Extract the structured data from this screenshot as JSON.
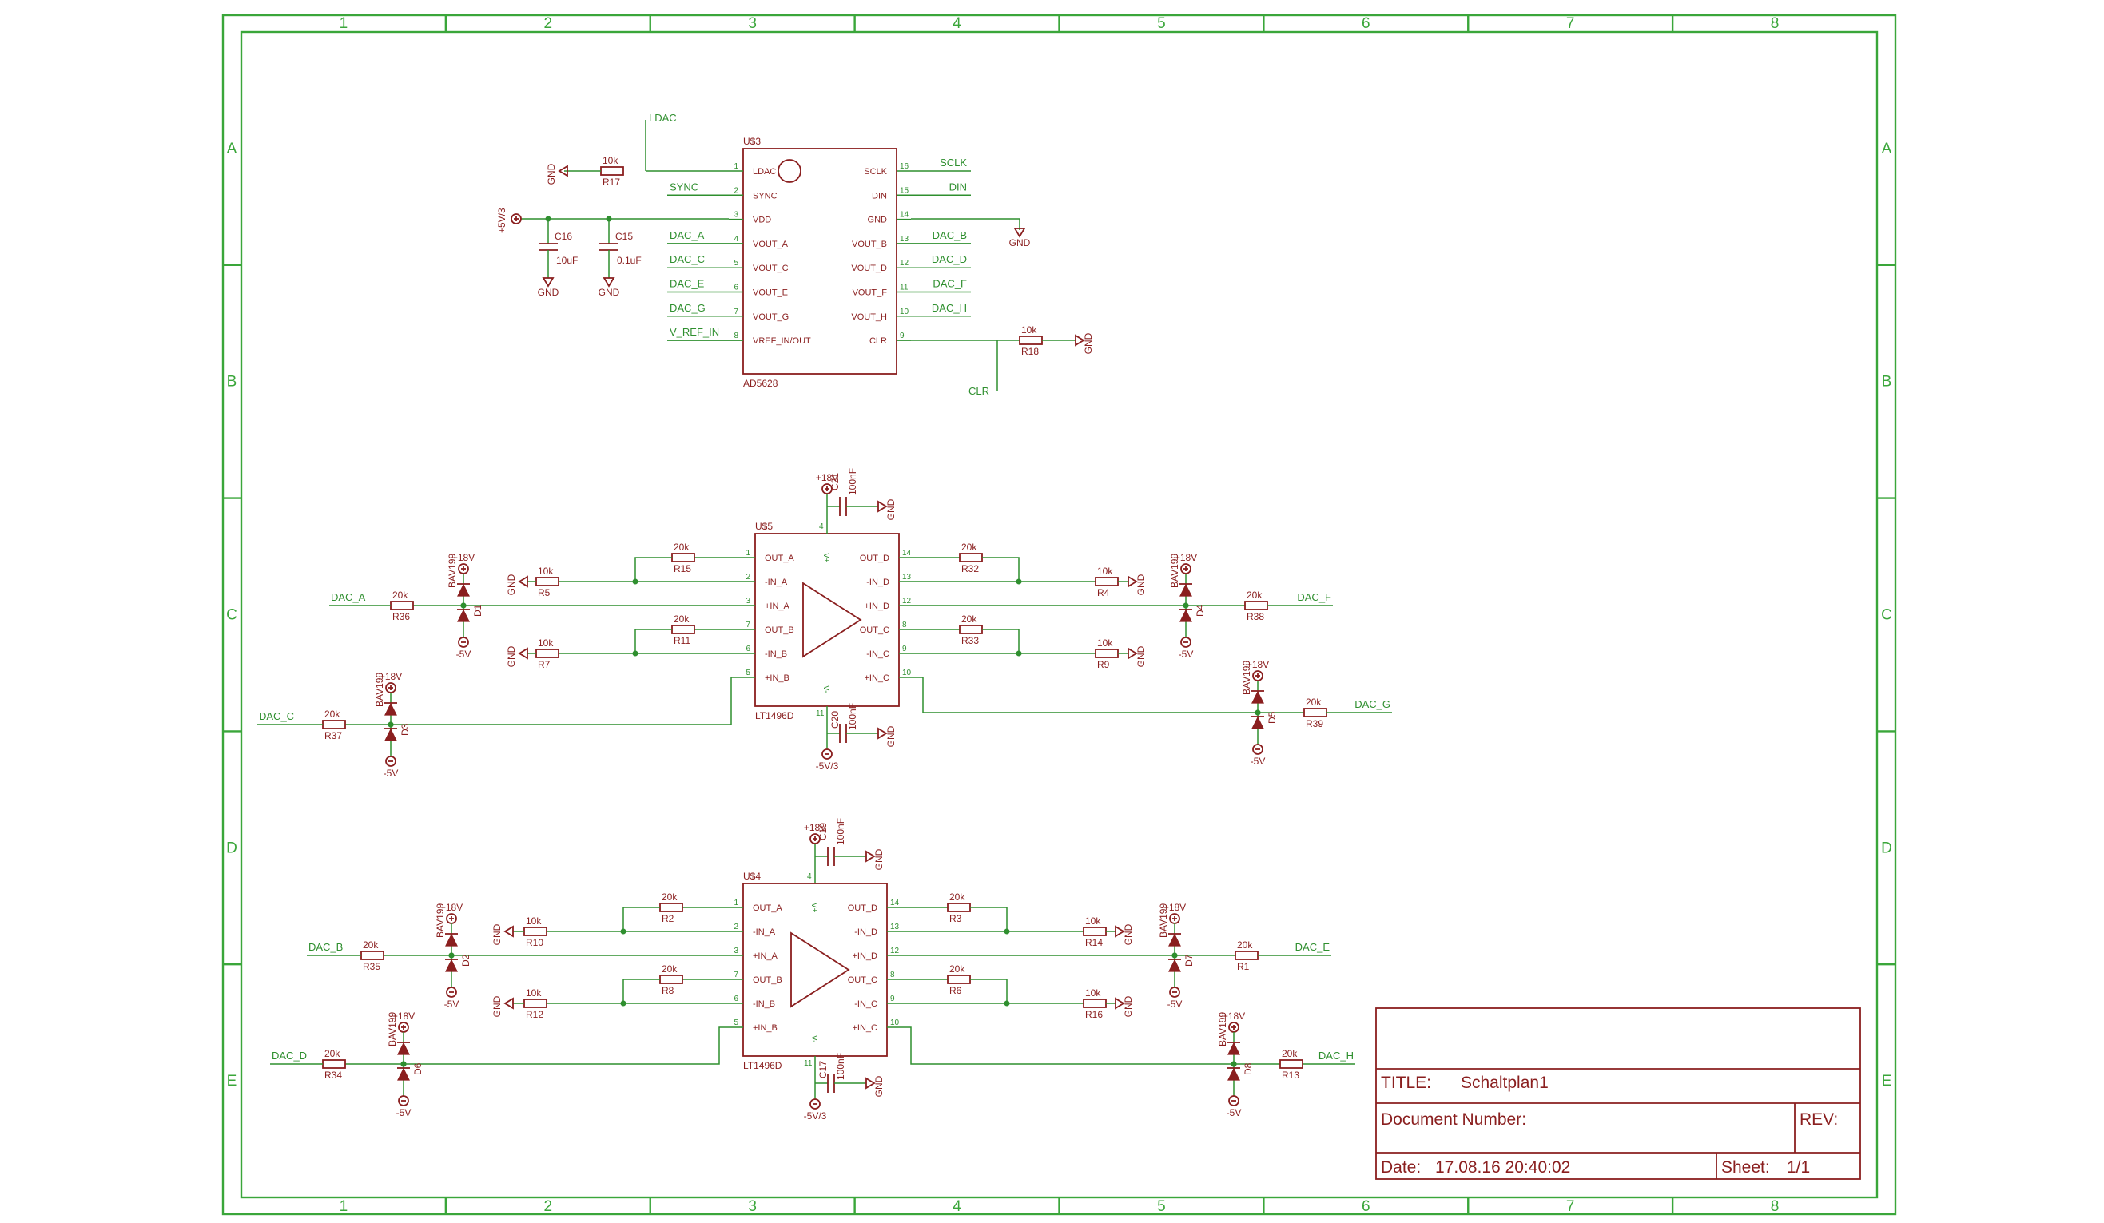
{
  "frame": {
    "columns": [
      "1",
      "2",
      "3",
      "4",
      "5",
      "6",
      "7",
      "8"
    ],
    "rows": [
      "A",
      "B",
      "C",
      "D",
      "E"
    ]
  },
  "dac": {
    "ref": "U$3",
    "part": "AD5628",
    "left_pins": [
      {
        "num": "1",
        "name": "LDAC",
        "net": ""
      },
      {
        "num": "2",
        "name": "SYNC",
        "net": "SYNC"
      },
      {
        "num": "3",
        "name": "VDD",
        "net": ""
      },
      {
        "num": "4",
        "name": "VOUT_A",
        "net": "DAC_A"
      },
      {
        "num": "5",
        "name": "VOUT_C",
        "net": "DAC_C"
      },
      {
        "num": "6",
        "name": "VOUT_E",
        "net": "DAC_E"
      },
      {
        "num": "7",
        "name": "VOUT_G",
        "net": "DAC_G"
      },
      {
        "num": "8",
        "name": "VREF_IN/OUT",
        "net": "V_REF_IN"
      }
    ],
    "right_pins": [
      {
        "num": "16",
        "name": "SCLK",
        "net": "SCLK"
      },
      {
        "num": "15",
        "name": "DIN",
        "net": "DIN"
      },
      {
        "num": "14",
        "name": "GND",
        "net": ""
      },
      {
        "num": "13",
        "name": "VOUT_B",
        "net": "DAC_B"
      },
      {
        "num": "12",
        "name": "VOUT_D",
        "net": "DAC_D"
      },
      {
        "num": "11",
        "name": "VOUT_F",
        "net": "DAC_F"
      },
      {
        "num": "10",
        "name": "VOUT_H",
        "net": "DAC_H"
      },
      {
        "num": "9",
        "name": "CLR",
        "net": ""
      }
    ],
    "ldac_net": "LDAC",
    "clr_net": "CLR",
    "supply": "+5V/3",
    "gnd": "GND",
    "r17": {
      "name": "R17",
      "value": "10k"
    },
    "r18": {
      "name": "R18",
      "value": "10k"
    },
    "c16": {
      "name": "C16",
      "value": "10uF"
    },
    "c15": {
      "name": "C15",
      "value": "0.1uF"
    }
  },
  "amp_top": {
    "ref": "U$5",
    "part": "LT1496D",
    "left_pins": [
      {
        "num": "1",
        "name": "OUT_A"
      },
      {
        "num": "2",
        "name": "-IN_A"
      },
      {
        "num": "3",
        "name": "+IN_A"
      },
      {
        "num": "7",
        "name": "OUT_B"
      },
      {
        "num": "6",
        "name": "-IN_B"
      },
      {
        "num": "5",
        "name": "+IN_B"
      }
    ],
    "right_pins": [
      {
        "num": "14",
        "name": "OUT_D"
      },
      {
        "num": "13",
        "name": "-IN_D"
      },
      {
        "num": "12",
        "name": "+IN_D"
      },
      {
        "num": "8",
        "name": "OUT_C"
      },
      {
        "num": "9",
        "name": "-IN_C"
      },
      {
        "num": "10",
        "name": "+IN_C"
      }
    ],
    "vplus_pin": "4",
    "vminus_pin": "11",
    "vplus": "V+",
    "vminus": "V-",
    "cap_top": {
      "name": "C21",
      "value": "100nF"
    },
    "cap_bot": {
      "name": "C20",
      "value": "100nF"
    },
    "rail_pos": "+18V",
    "rail_neg": "-5V/3",
    "fb": [
      {
        "name": "R15",
        "value": "20k"
      },
      {
        "name": "R11",
        "value": "20k"
      },
      {
        "name": "R32",
        "value": "20k"
      },
      {
        "name": "R33",
        "value": "20k"
      }
    ],
    "gnd_res": [
      {
        "name": "R5",
        "value": "10k"
      },
      {
        "name": "R7",
        "value": "10k"
      },
      {
        "name": "R4",
        "value": "10k"
      },
      {
        "name": "R9",
        "value": "10k"
      }
    ],
    "in_res": [
      {
        "name": "R36",
        "value": "20k",
        "net": "DAC_A"
      },
      {
        "name": "R37",
        "value": "20k",
        "net": "DAC_C"
      },
      {
        "name": "R38",
        "value": "20k",
        "net": "DAC_F"
      },
      {
        "name": "R39",
        "value": "20k",
        "net": "DAC_G"
      }
    ],
    "diodes": [
      {
        "name": "D1",
        "part": "BAV199",
        "pos": "+18V",
        "neg": "-5V"
      },
      {
        "name": "D3",
        "part": "BAV199",
        "pos": "+18V",
        "neg": "-5V"
      },
      {
        "name": "D4",
        "part": "BAV199",
        "pos": "+18V",
        "neg": "-5V"
      },
      {
        "name": "D5",
        "part": "BAV199",
        "pos": "+18V",
        "neg": "-5V"
      }
    ]
  },
  "amp_bot": {
    "ref": "U$4",
    "part": "LT1496D",
    "left_pins": [
      {
        "num": "1",
        "name": "OUT_A"
      },
      {
        "num": "2",
        "name": "-IN_A"
      },
      {
        "num": "3",
        "name": "+IN_A"
      },
      {
        "num": "7",
        "name": "OUT_B"
      },
      {
        "num": "6",
        "name": "-IN_B"
      },
      {
        "num": "5",
        "name": "+IN_B"
      }
    ],
    "right_pins": [
      {
        "num": "14",
        "name": "OUT_D"
      },
      {
        "num": "13",
        "name": "-IN_D"
      },
      {
        "num": "12",
        "name": "+IN_D"
      },
      {
        "num": "8",
        "name": "OUT_C"
      },
      {
        "num": "9",
        "name": "-IN_C"
      },
      {
        "num": "10",
        "name": "+IN_C"
      }
    ],
    "vplus_pin": "4",
    "vminus_pin": "11",
    "vplus": "V+",
    "vminus": "V-",
    "cap_top": {
      "name": "C19",
      "value": "100nF"
    },
    "cap_bot": {
      "name": "C17",
      "value": "100nF"
    },
    "rail_pos": "+18V",
    "rail_neg": "-5V/3",
    "fb": [
      {
        "name": "R2",
        "value": "20k"
      },
      {
        "name": "R8",
        "value": "20k"
      },
      {
        "name": "R3",
        "value": "20k"
      },
      {
        "name": "R6",
        "value": "20k"
      }
    ],
    "gnd_res": [
      {
        "name": "R10",
        "value": "10k"
      },
      {
        "name": "R12",
        "value": "10k"
      },
      {
        "name": "R14",
        "value": "10k"
      },
      {
        "name": "R16",
        "value": "10k"
      }
    ],
    "in_res": [
      {
        "name": "R35",
        "value": "20k",
        "net": "DAC_B"
      },
      {
        "name": "R34",
        "value": "20k",
        "net": "DAC_D"
      },
      {
        "name": "R1",
        "value": "20k",
        "net": "DAC_E"
      },
      {
        "name": "R13",
        "value": "20k",
        "net": "DAC_H"
      }
    ],
    "diodes": [
      {
        "name": "D2",
        "part": "BAV199",
        "pos": "+18V",
        "neg": "-5V"
      },
      {
        "name": "D6",
        "part": "BAV199",
        "pos": "+18V",
        "neg": "-5V"
      },
      {
        "name": "D7",
        "part": "BAV199",
        "pos": "+18V",
        "neg": "-5V"
      },
      {
        "name": "D8",
        "part": "BAV199",
        "pos": "+18V",
        "neg": "-5V"
      }
    ]
  },
  "title_block": {
    "title_label": "TITLE:",
    "title": "Schaltplan1",
    "docnum_label": "Document Number:",
    "rev_label": "REV:",
    "date_label": "Date:",
    "date": "17.08.16 20:40:02",
    "sheet_label": "Sheet:",
    "sheet": "1/1"
  }
}
